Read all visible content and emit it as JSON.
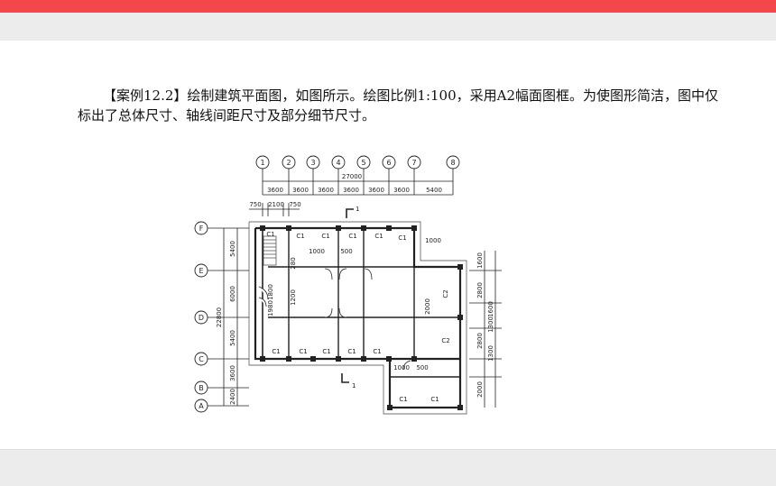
{
  "slide": {
    "accent_color": "#f4474c",
    "band_color": "#ececec",
    "case_title": "【案例12.2】",
    "paragraph": "绘制建筑平面图，如图所示。绘图比例1:100，采用A2幅面图框。为使图形简洁，图中仅标出了总体尺寸、轴线间距尺寸及部分细节尺寸。"
  },
  "plan": {
    "axes_top": [
      "1",
      "2",
      "3",
      "4",
      "5",
      "6",
      "7",
      "8"
    ],
    "axes_left": [
      "F",
      "E",
      "D",
      "C",
      "B",
      "A"
    ],
    "overall_width": "27000",
    "top_bays": [
      "3600",
      "3600",
      "3600",
      "3600",
      "3600",
      "3600",
      "5400"
    ],
    "top_detail": [
      "750",
      "2100",
      "750"
    ],
    "left_overall": "22800",
    "left_dims": [
      "5400",
      "6000",
      "5400",
      "3600",
      "2400"
    ],
    "inner_left_dims": [
      "1980",
      "1800",
      "1200",
      "280"
    ],
    "inner_dims": [
      "1000",
      "500",
      "1000",
      "2000",
      "1000",
      "500"
    ],
    "right_dims": [
      "1600",
      "2800",
      "1600",
      "1300",
      "2800",
      "1300",
      "2000"
    ],
    "window_labels": [
      "C1",
      "C1",
      "C1",
      "C1",
      "C1",
      "C1",
      "C1",
      "C1",
      "C1",
      "C1",
      "C1",
      "C1",
      "C1",
      "C2",
      "C2"
    ],
    "section_marks": [
      "1",
      "1"
    ]
  }
}
